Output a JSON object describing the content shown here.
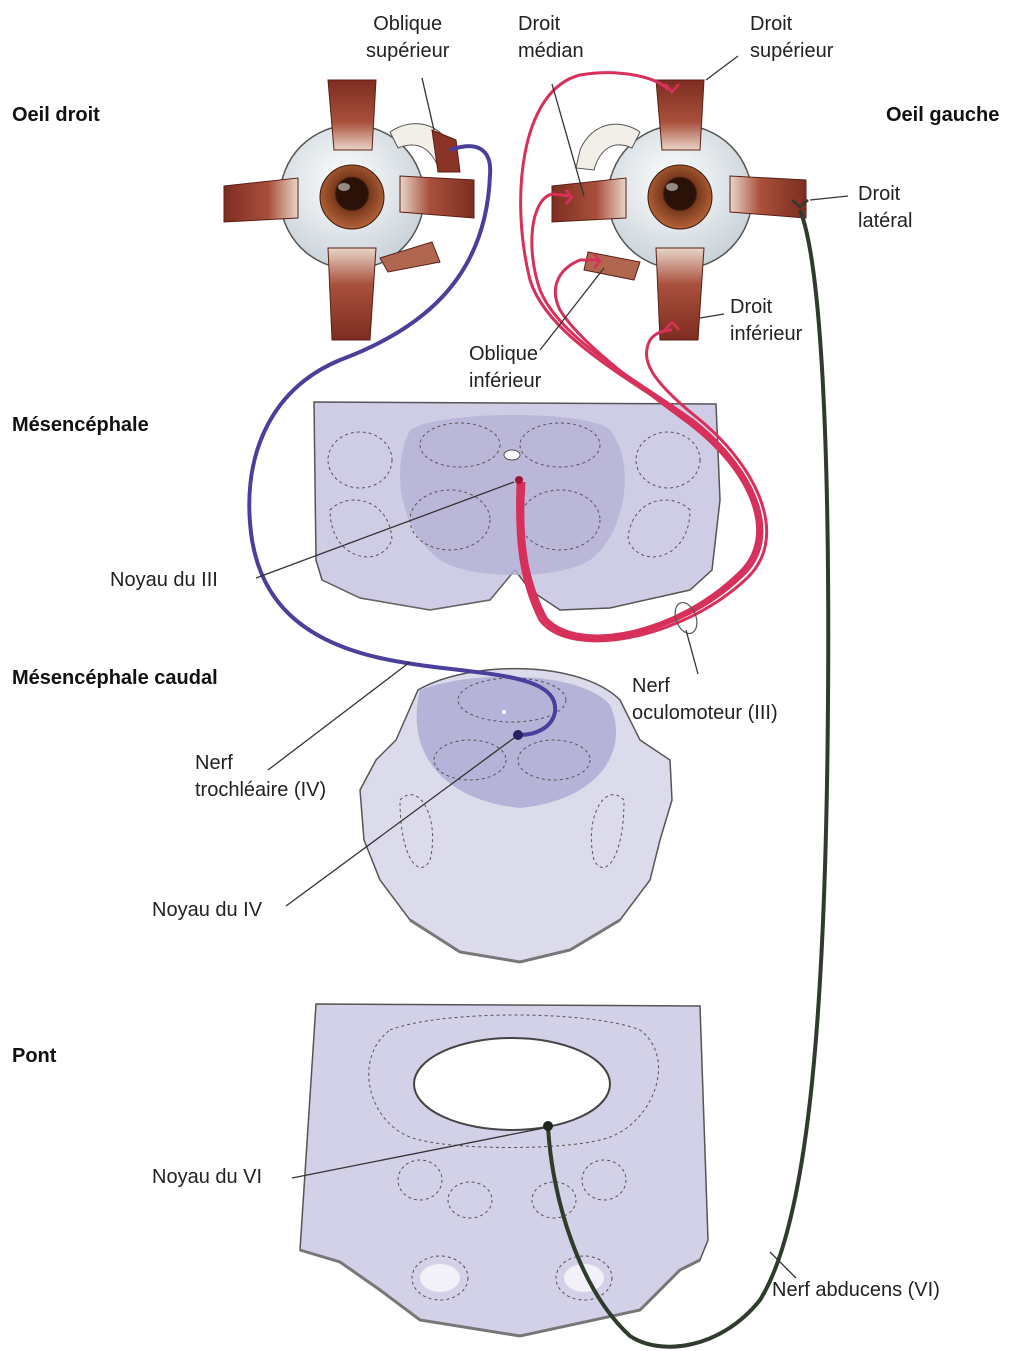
{
  "regions": {
    "oeil_droit": "Oeil droit",
    "oeil_gauche": "Oeil gauche",
    "mesencephale": "Mésencéphale",
    "mesencephale_caudal": "Mésencéphale caudal",
    "pont": "Pont"
  },
  "labels": {
    "oblique_superieur": [
      "Oblique",
      "supérieur"
    ],
    "droit_median": [
      "Droit",
      "médian"
    ],
    "droit_superieur": [
      "Droit",
      "supérieur"
    ],
    "droit_lateral": [
      "Droit",
      "latéral"
    ],
    "droit_inferieur": [
      "Droit",
      "inférieur"
    ],
    "oblique_inferieur": [
      "Oblique",
      "inférieur"
    ],
    "noyau_iii": "Noyau du III",
    "nerf_oculomoteur": [
      "Nerf",
      "oculomoteur (III)"
    ],
    "nerf_trochleaire": [
      "Nerf",
      "trochléaire (IV)"
    ],
    "noyau_iv": "Noyau du IV",
    "noyau_vi": "Noyau du VI",
    "nerf_abducens": "Nerf abducens (VI)"
  },
  "colors": {
    "oculomotor": "#d7305a",
    "trochlear": "#4a3f9a",
    "abducens": "#2f3b2c",
    "muscle": "#8a3426",
    "tissue": "#c9c8e2",
    "tissue_dark": "#a8a6d0",
    "iris": "#6b2d17"
  }
}
